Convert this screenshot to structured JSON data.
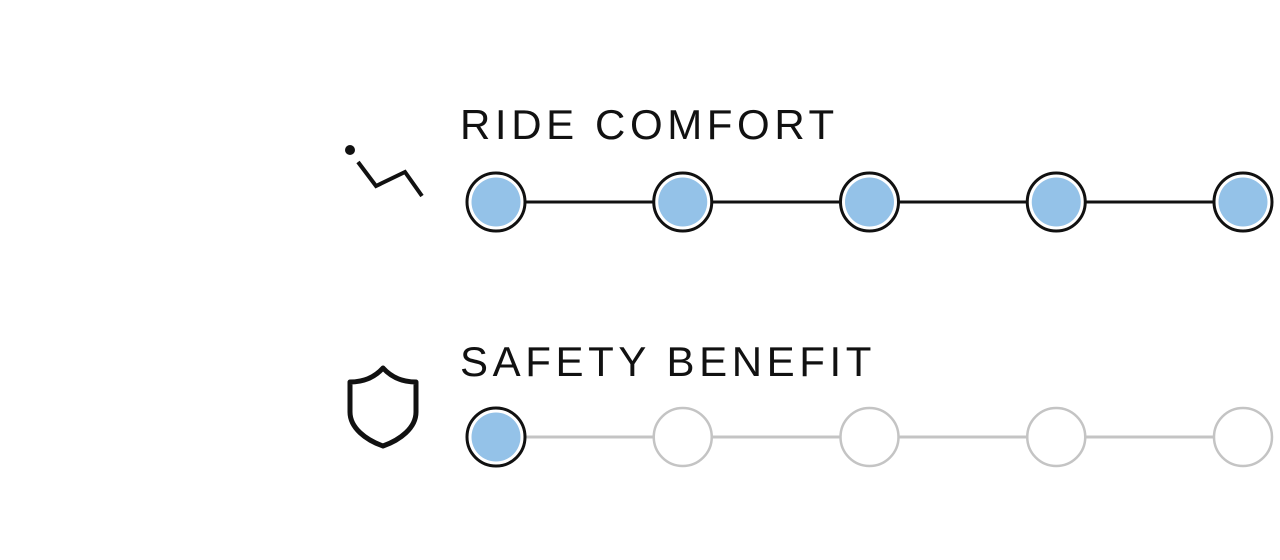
{
  "ratings": [
    {
      "id": "ride",
      "label": "RIDE COMFORT",
      "icon": "seat-recline-icon",
      "level": 5,
      "max": 5
    },
    {
      "id": "safety",
      "label": "SAFETY BENEFIT",
      "icon": "shield-icon",
      "level": 1,
      "max": 5
    }
  ],
  "colors": {
    "filled": "#94c2e8",
    "active_stroke": "#111111",
    "inactive_stroke": "#c4c4c4",
    "background": "#ffffff"
  }
}
